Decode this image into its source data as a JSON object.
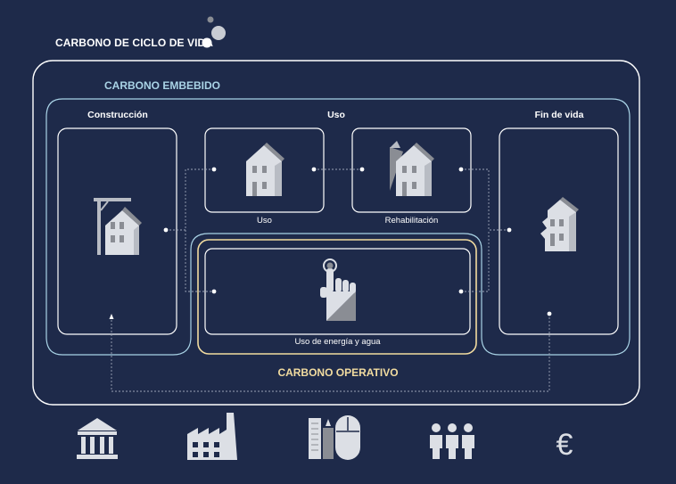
{
  "title": "CARBONO DE CICLO DE VIDA",
  "embodied_label": "CARBONO EMBEBIDO",
  "operative_label": "CARBONO OPERATIVO",
  "stages": {
    "construction": "Construcción",
    "use": "Uso",
    "end_of_life": "Fin de vida"
  },
  "captions": {
    "use": "Uso",
    "rehabilitation": "Rehabilitación",
    "energy_water": "Uso de energía y agua"
  },
  "bottom_icons": [
    "bank-icon",
    "factory-icon",
    "office-mouse-icon",
    "people-icon",
    "euro-icon"
  ],
  "euro_symbol": "€",
  "colors": {
    "background": "#1e2a4a",
    "embodied": "#a9d3e6",
    "operative": "#f2dca0",
    "line": "#ffffff",
    "icon_light": "#dcdfe5",
    "icon_dark": "#8a8d94"
  }
}
